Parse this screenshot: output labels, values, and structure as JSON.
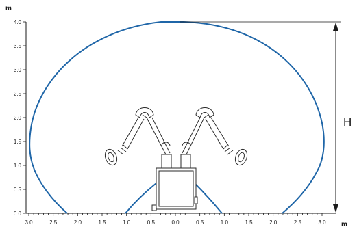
{
  "diagram": {
    "x_unit": "m",
    "y_unit": "m",
    "dimension_label": "H",
    "x_ticks": [
      "3.0",
      "2.5",
      "2.0",
      "1.5",
      "1.0",
      "0.5",
      "0.0",
      "0.5",
      "1.0",
      "1.5",
      "2.0",
      "2.5",
      "3.0"
    ],
    "y_ticks": [
      "0.0",
      "0.5",
      "1.0",
      "1.5",
      "2.0",
      "2.5",
      "3.0",
      "3.5",
      "4.0"
    ],
    "x_range": [
      -3.0,
      3.0
    ],
    "y_range": [
      0.0,
      4.0
    ],
    "envelope_color": "#1f66a8",
    "line_color": "#1a1a1a",
    "max_height": 4.0
  }
}
